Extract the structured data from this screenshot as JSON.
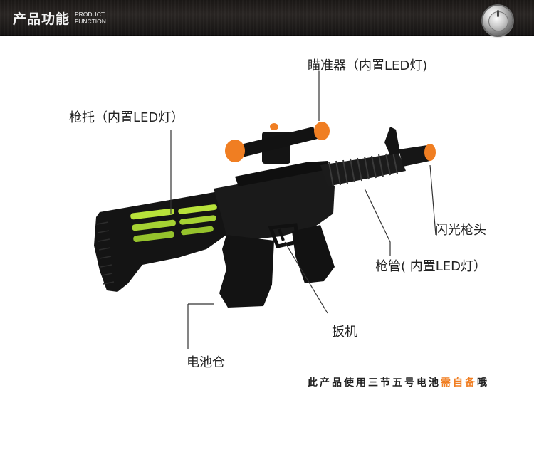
{
  "header": {
    "title_cn": "产品功能",
    "title_en_line1": "PRODUCT",
    "title_en_line2": "FUNCTION"
  },
  "callouts": {
    "scope": "瞄准器（内置LED灯)",
    "stock": "枪托（内置LED灯）",
    "muzzle": "闪光枪头",
    "barrel": "枪管( 内置LED灯）",
    "trigger": "扳机",
    "battery": "电池仓"
  },
  "footer": {
    "note_prefix": "此产品使用三节五号电池",
    "note_highlight": "需自备",
    "note_suffix": "哦"
  },
  "colors": {
    "header_bg": "#1b1816",
    "gun_body": "#141414",
    "led_green": "#b8e23a",
    "orange_cap": "#f07e22",
    "footer_highlight": "#f07e22"
  }
}
